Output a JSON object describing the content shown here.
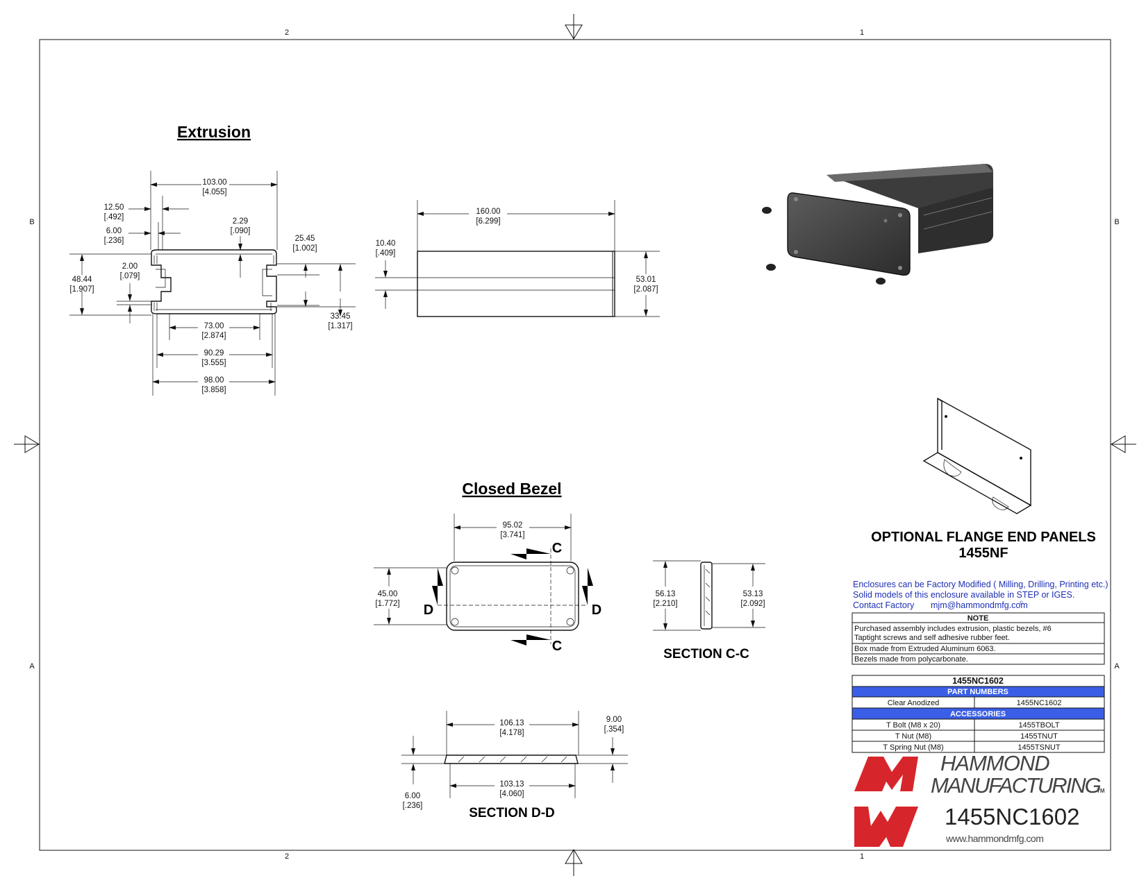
{
  "zones": {
    "top_left": "2",
    "top_right": "1",
    "bottom_left": "2",
    "bottom_right": "1",
    "left_top": "B",
    "left_bottom": "A",
    "right_top": "B",
    "right_bottom": "A"
  },
  "titles": {
    "extrusion": "Extrusion",
    "closed_bezel": "Closed Bezel",
    "section_cc": "SECTION C-C",
    "section_dd": "SECTION D-D"
  },
  "extrusion_dims": {
    "w103": [
      "103.00",
      "[4.055]"
    ],
    "d1250": [
      "12.50",
      "[.492]"
    ],
    "d600": [
      "6.00",
      "[.236]"
    ],
    "d229": [
      "2.29",
      "[.090]"
    ],
    "d2545": [
      "25.45",
      "[1.002]"
    ],
    "d200": [
      "2.00",
      "[.079]"
    ],
    "d4844": [
      "48.44",
      "[1.907]"
    ],
    "d3345": [
      "33.45",
      "[1.317]"
    ],
    "d7300": [
      "73.00",
      "[2.874]"
    ],
    "d9029": [
      "90.29",
      "[3.555]"
    ],
    "d9800": [
      "98.00",
      "[3.858]"
    ]
  },
  "side_dims": {
    "len160": [
      "160.00",
      "[6.299]"
    ],
    "d1040": [
      "10.40",
      "[.409]"
    ],
    "d5301": [
      "53.01",
      "[2.087]"
    ]
  },
  "bezel_dims": {
    "d9502": [
      "95.02",
      "[3.741]"
    ],
    "d4500": [
      "45.00",
      "[1.772]"
    ],
    "section_marker_c": "C",
    "section_marker_d": "D"
  },
  "section_cc_dims": {
    "d5613": [
      "56.13",
      "[2.210]"
    ],
    "d5313": [
      "53.13",
      "[2.092]"
    ]
  },
  "section_dd_dims": {
    "d10613": [
      "106.13",
      "[4.178]"
    ],
    "d900": [
      "9.00",
      "[.354]"
    ],
    "d10313": [
      "103.13",
      "[4.060]"
    ],
    "d600b": [
      "6.00",
      "[.236]"
    ]
  },
  "flange": {
    "line1": "OPTIONAL FLANGE END PANELS",
    "line2": "1455NF"
  },
  "info": {
    "line1": "Enclosures can be Factory Modified ( Milling, Drilling, Printing etc.)",
    "line2": "Solid models of this enclosure available in STEP or IGES.",
    "contact_label": "Contact Factory",
    "email": "mjm@hammondmfg.com",
    "email_mark": "©"
  },
  "note": {
    "header": "NOTE",
    "rows": [
      "Purchased assembly includes extrusion, plastic bezels, #6",
      "Taptight screws and self adhesive rubber feet.",
      "Box made from Extruded Aluminum 6063.",
      "Bezels made from polycarbonate."
    ]
  },
  "parts": {
    "title": "1455NC1602",
    "part_numbers_header": "PART NUMBERS",
    "part_rows": [
      {
        "label": "Clear Anodized",
        "value": "1455NC1602"
      }
    ],
    "accessories_header": "ACCESSORIES",
    "accessory_rows": [
      {
        "label": "T Bolt (M8 x 20)",
        "value": "1455TBOLT"
      },
      {
        "label": "T Nut (M8)",
        "value": "1455TNUT"
      },
      {
        "label": "T Spring Nut (M8)",
        "value": "1455TSNUT"
      }
    ]
  },
  "brand": {
    "line1": "HAMMOND",
    "line2": "MANUFACTURING",
    "tm": "TM",
    "part_number": "1455NC1602",
    "website": "www.hammondmfg.com"
  },
  "colors": {
    "brand_red": "#d7262b",
    "table_header_blue": "#3a5fe6",
    "note_blue": "#1d2fb4"
  }
}
